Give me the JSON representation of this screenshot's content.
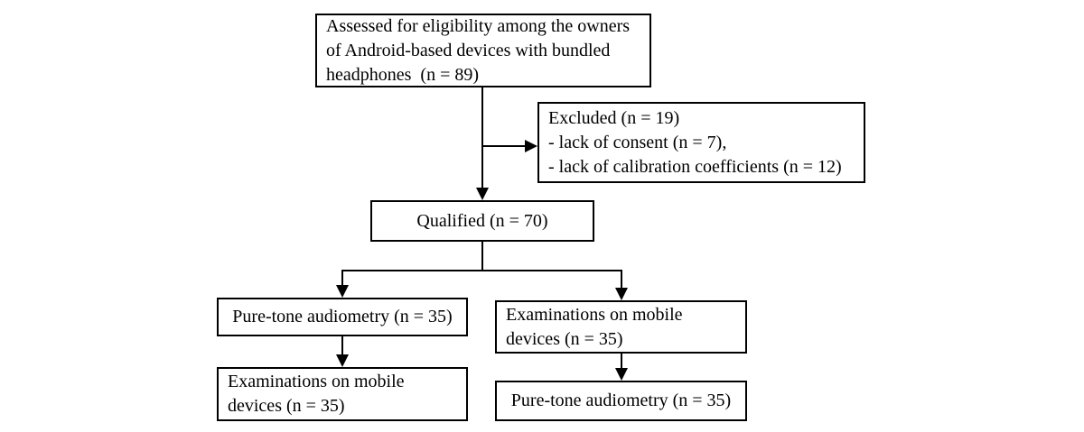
{
  "diagram": {
    "type": "flowchart",
    "colors": {
      "background": "#ffffff",
      "border": "#000000",
      "text": "#000000",
      "connector": "#000000"
    },
    "nodes": {
      "assessed": {
        "lines": [
          "Assessed for eligibility among the owners",
          "of Android-based devices with bundled",
          "headphones  (n = 89)"
        ],
        "n": 89
      },
      "excluded": {
        "lines": [
          "Excluded (n = 19)",
          "- lack of consent (n = 7),",
          "- lack of calibration coefficients (n = 12)"
        ],
        "n": 19
      },
      "qualified": {
        "lines": [
          "Qualified (n = 70)"
        ],
        "n": 70
      },
      "branch_left_first": {
        "lines": [
          "Pure-tone audiometry (n = 35)"
        ],
        "n": 35
      },
      "branch_right_first": {
        "lines": [
          "Examinations on mobile",
          "devices (n = 35)"
        ],
        "n": 35
      },
      "branch_left_second": {
        "lines": [
          "Examinations on mobile",
          "devices (n = 35)"
        ],
        "n": 35
      },
      "branch_right_second": {
        "lines": [
          "Pure-tone audiometry (n = 35)"
        ],
        "n": 35
      }
    },
    "edges": [
      {
        "from": "assessed",
        "to": "qualified"
      },
      {
        "from": "assessed",
        "to": "excluded",
        "note": "branch off main line"
      },
      {
        "from": "qualified",
        "to": "branch_left_first"
      },
      {
        "from": "qualified",
        "to": "branch_right_first"
      },
      {
        "from": "branch_left_first",
        "to": "branch_left_second"
      },
      {
        "from": "branch_right_first",
        "to": "branch_right_second"
      }
    ]
  }
}
